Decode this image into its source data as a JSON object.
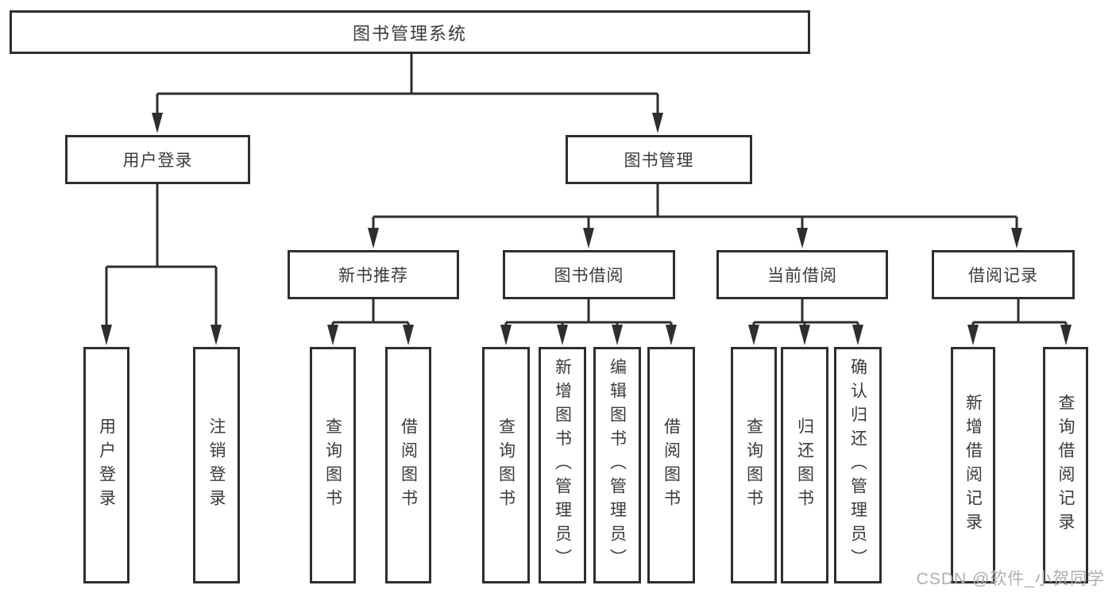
{
  "root": {
    "label": "图书管理系统"
  },
  "level2": [
    {
      "label": "用户登录"
    },
    {
      "label": "图书管理"
    }
  ],
  "level3": [
    {
      "label": "新书推荐"
    },
    {
      "label": "图书借阅"
    },
    {
      "label": "当前借阅"
    },
    {
      "label": "借阅记录"
    }
  ],
  "leaves": [
    {
      "label": "用户登录"
    },
    {
      "label": "注销登录"
    },
    {
      "label": "查询图书"
    },
    {
      "label": "借阅图书"
    },
    {
      "label": "查询图书"
    },
    {
      "label": "新增图书（管理员）"
    },
    {
      "label": "编辑图书（管理员）"
    },
    {
      "label": "借阅图书"
    },
    {
      "label": "查询图书"
    },
    {
      "label": "归还图书"
    },
    {
      "label": "确认归还（管理员）"
    },
    {
      "label": "新增借阅记录"
    },
    {
      "label": "查询借阅记录"
    }
  ],
  "watermark": {
    "text": "CSDN @软件_小贺同学"
  },
  "colors": {
    "line": "#2e2e2e",
    "text": "#3a3a3a",
    "background": "#ffffff",
    "watermark": "#aeaeae"
  }
}
